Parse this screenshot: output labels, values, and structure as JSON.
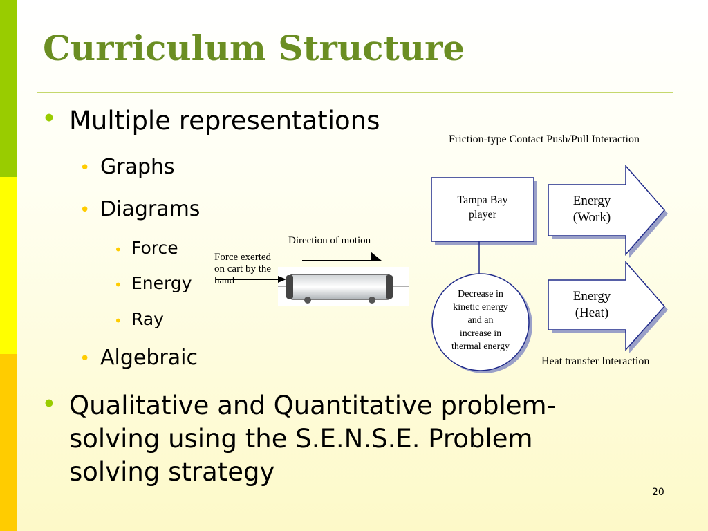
{
  "slide": {
    "title": "Curriculum Structure",
    "page_number": "20"
  },
  "bullets": {
    "multiple_representations": "Multiple representations",
    "graphs": "Graphs",
    "diagrams": "Diagrams",
    "force": "Force",
    "energy": "Energy",
    "ray": "Ray",
    "algebraic": "Algebraic",
    "problem_solving_line1": "Qualitative and Quantitative problem-",
    "problem_solving_line2": "solving using the S.E.N.S.E. Problem",
    "problem_solving_line3": "solving strategy"
  },
  "force_diagram": {
    "direction_label": "Direction of motion",
    "force_label_line1": "Force exerted",
    "force_label_line2": "on cart by the",
    "force_label_line3": "hand"
  },
  "energy_diagram": {
    "top_label": "Friction-type Contact  Push/Pull Interaction",
    "player_line1": "Tampa Bay",
    "player_line2": "player",
    "work_line1": "Energy",
    "work_line2": "(Work)",
    "heat_line1": "Energy",
    "heat_line2": "(Heat)",
    "circle_line1": "Decrease in",
    "circle_line2": "kinetic energy",
    "circle_line3": "and an",
    "circle_line4": "increase in",
    "circle_line5": "thermal energy",
    "bottom_label": "Heat transfer Interaction"
  },
  "colors": {
    "title": "#6b8e23",
    "stripe_green": "#99cc00",
    "stripe_yellow": "#ffff00",
    "stripe_gold": "#ffcc00",
    "diagram_stroke": "#1f2a8a"
  }
}
